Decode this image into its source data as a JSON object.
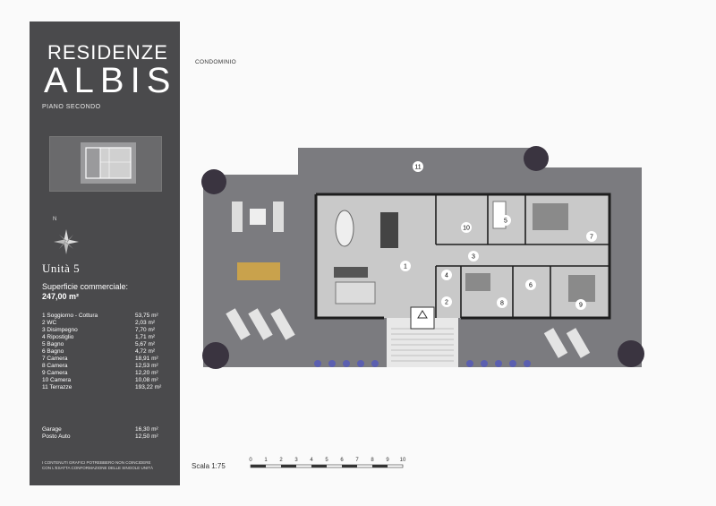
{
  "brand": {
    "line1": "RESIDENZE",
    "line2": "ALBIS",
    "floor": "PIANO SECONDO"
  },
  "compass": {
    "north": "N"
  },
  "unit": {
    "title": "Unità 5",
    "surface_label": "Superficie commerciale:",
    "surface_value": "247,00 m²"
  },
  "rooms": [
    {
      "name": "1 Soggiorno - Cottura",
      "value": "53,75 m²"
    },
    {
      "name": "2 WC",
      "value": "2,03 m²"
    },
    {
      "name": "3 Disimpegno",
      "value": "7,70 m²"
    },
    {
      "name": "4 Ripostiglio",
      "value": "1,71 m²"
    },
    {
      "name": "5 Bagno",
      "value": "5,67 m²"
    },
    {
      "name": "6 Bagno",
      "value": "4,72 m²"
    },
    {
      "name": "7 Camera",
      "value": "18,91 m²"
    },
    {
      "name": "8 Camera",
      "value": "12,53 m²"
    },
    {
      "name": "9 Camera",
      "value": "12,20 m²"
    },
    {
      "name": "10 Camera",
      "value": "10,08 m²"
    },
    {
      "name": "11 Terrazze",
      "value": "193,22 m²"
    }
  ],
  "extras": [
    {
      "name": "Garage",
      "value": "16,30 m²"
    },
    {
      "name": "Posto Auto",
      "value": "12,50 m²"
    }
  ],
  "note": {
    "line1": "I CONTENUTI GRAFICI POTREBBERO NON COINCIDERE",
    "line2": "CON L'ESATTA CONFORMAZIONE DELLE SINGOLE UNITÀ"
  },
  "plan": {
    "condominio_label": "CONDOMINIO",
    "room_numbers": [
      "1",
      "2",
      "3",
      "4",
      "5",
      "6",
      "7",
      "8",
      "9",
      "10",
      "11"
    ]
  },
  "scale": {
    "label": "Scala 1:75",
    "ticks": [
      "0",
      "1",
      "2",
      "3",
      "4",
      "5",
      "6",
      "7",
      "8",
      "9",
      "10"
    ]
  },
  "colors": {
    "panel": "#4a4a4c",
    "terrace": "#7b7b7f",
    "floor": "#c9c9c9",
    "walls": "#1e1e1e"
  }
}
